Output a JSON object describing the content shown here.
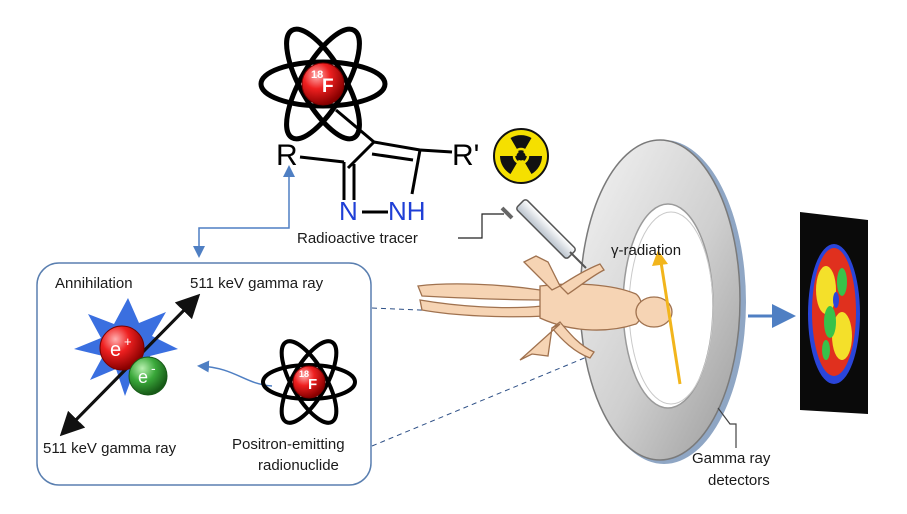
{
  "tracer": {
    "label": "Radioactive tracer",
    "isotope_mass": "18",
    "isotope_symbol": "F",
    "substituent_left": "R",
    "substituent_right": "R'",
    "ring_atom_n1": "N",
    "ring_atom_n2": "NH"
  },
  "annihilation": {
    "title": "Annihilation",
    "gamma_top": "511  keV gamma ray",
    "gamma_bottom": "511  keV gamma ray",
    "positron": "e",
    "positron_charge": "+",
    "electron": "e",
    "electron_charge": "-",
    "source_line1": "Positron-emitting",
    "source_line2": "radionuclide"
  },
  "scanner": {
    "radiation_label": "γ-radiation",
    "detectors_line1": "Gamma ray",
    "detectors_line2": "detectors"
  },
  "colors": {
    "connector": "#4f7fc3",
    "box_border": "#5a7fb0",
    "nitrogen": "#1f3fd6",
    "positron": "#e01010",
    "electron": "#2e9a2e",
    "burst": "#3a6fe0",
    "ray": "#f2b51c",
    "skin": "#f6d4b4",
    "radiation_badge": "#f5e000"
  }
}
